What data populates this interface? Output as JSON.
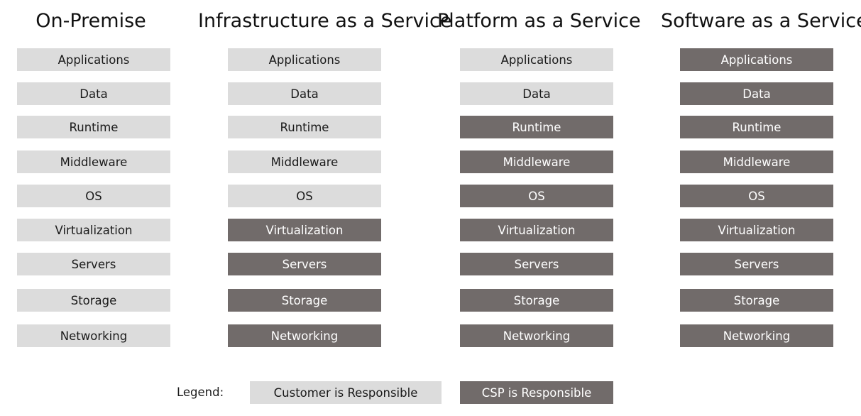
{
  "columns": [
    {
      "title": "On-Premise",
      "layers": [
        {
          "label": "Applications",
          "responsible": "customer"
        },
        {
          "label": "Data",
          "responsible": "customer"
        },
        {
          "label": "Runtime",
          "responsible": "customer"
        },
        {
          "label": "Middleware",
          "responsible": "customer"
        },
        {
          "label": "OS",
          "responsible": "customer"
        },
        {
          "label": "Virtualization",
          "responsible": "customer"
        },
        {
          "label": "Servers",
          "responsible": "customer"
        },
        {
          "label": "Storage",
          "responsible": "customer"
        },
        {
          "label": "Networking",
          "responsible": "customer"
        }
      ]
    },
    {
      "title": "Infrastructure as a Service",
      "layers": [
        {
          "label": "Applications",
          "responsible": "customer"
        },
        {
          "label": "Data",
          "responsible": "customer"
        },
        {
          "label": "Runtime",
          "responsible": "customer"
        },
        {
          "label": "Middleware",
          "responsible": "customer"
        },
        {
          "label": "OS",
          "responsible": "customer"
        },
        {
          "label": "Virtualization",
          "responsible": "csp"
        },
        {
          "label": "Servers",
          "responsible": "csp"
        },
        {
          "label": "Storage",
          "responsible": "csp"
        },
        {
          "label": "Networking",
          "responsible": "csp"
        }
      ]
    },
    {
      "title": "Platform as a Service",
      "layers": [
        {
          "label": "Applications",
          "responsible": "customer"
        },
        {
          "label": "Data",
          "responsible": "customer"
        },
        {
          "label": "Runtime",
          "responsible": "csp"
        },
        {
          "label": "Middleware",
          "responsible": "csp"
        },
        {
          "label": "OS",
          "responsible": "csp"
        },
        {
          "label": "Virtualization",
          "responsible": "csp"
        },
        {
          "label": "Servers",
          "responsible": "csp"
        },
        {
          "label": "Storage",
          "responsible": "csp"
        },
        {
          "label": "Networking",
          "responsible": "csp"
        }
      ]
    },
    {
      "title": "Software as a Service",
      "layers": [
        {
          "label": "Applications",
          "responsible": "csp"
        },
        {
          "label": "Data",
          "responsible": "csp"
        },
        {
          "label": "Runtime",
          "responsible": "csp"
        },
        {
          "label": "Middleware",
          "responsible": "csp"
        },
        {
          "label": "OS",
          "responsible": "csp"
        },
        {
          "label": "Virtualization",
          "responsible": "csp"
        },
        {
          "label": "Servers",
          "responsible": "csp"
        },
        {
          "label": "Storage",
          "responsible": "csp"
        },
        {
          "label": "Networking",
          "responsible": "csp"
        }
      ]
    }
  ],
  "legend": {
    "label": "Legend:",
    "customer": "Customer is Responsible",
    "csp": "CSP is Responsible"
  },
  "colors": {
    "customer": "#dcdcdc",
    "csp": "#716b6a"
  }
}
